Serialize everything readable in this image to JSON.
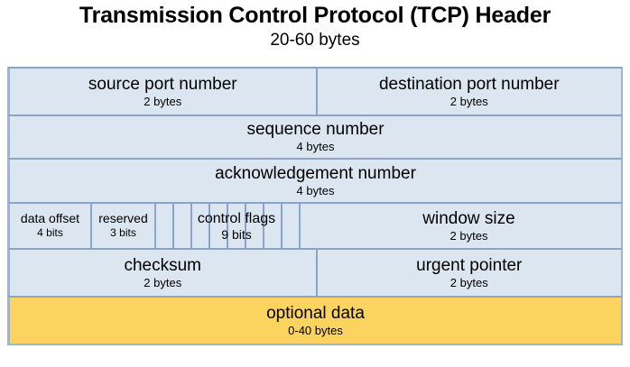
{
  "title": {
    "main": "Transmission Control Protocol (TCP) Header",
    "subtitle": "20-60 bytes"
  },
  "colors": {
    "field_fill": "#dce6f1",
    "optional_fill": "#fbd35f",
    "border": "#8ba4c6",
    "text": "#000000",
    "background": "#ffffff"
  },
  "header_rows": [
    {
      "id": "ports",
      "fields": [
        {
          "name": "source port number",
          "size": "2 bytes"
        },
        {
          "name": "destination port number",
          "size": "2 bytes"
        }
      ]
    },
    {
      "id": "sequence",
      "fields": [
        {
          "name": "sequence number",
          "size": "4 bytes"
        }
      ]
    },
    {
      "id": "acknowledgement",
      "fields": [
        {
          "name": "acknowledgement number",
          "size": "4 bytes"
        }
      ]
    },
    {
      "id": "offset-flags-window",
      "fields": [
        {
          "name": "data offset",
          "size": "4 bits"
        },
        {
          "name": "reserved",
          "size": "3 bits"
        },
        {
          "name": "control flags",
          "size": "9 bits",
          "subdivisions": 9
        },
        {
          "name": "window size",
          "size": "2 bytes"
        }
      ]
    },
    {
      "id": "checksum-urgent",
      "fields": [
        {
          "name": "checksum",
          "size": "2 bytes"
        },
        {
          "name": "urgent pointer",
          "size": "2 bytes"
        }
      ]
    },
    {
      "id": "options",
      "optional": true,
      "fields": [
        {
          "name": "optional data",
          "size": "0-40 bytes"
        }
      ]
    }
  ]
}
